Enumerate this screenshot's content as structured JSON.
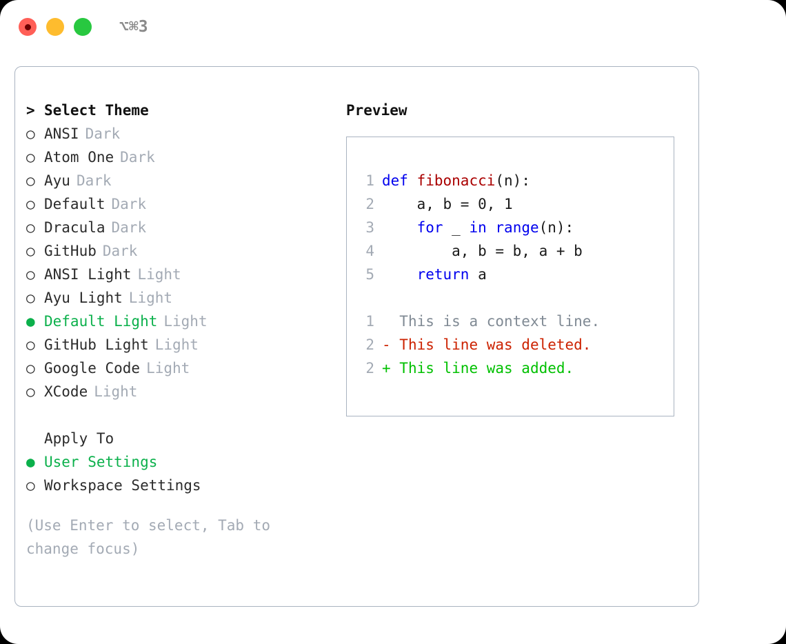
{
  "titlebar": {
    "shortcut": "⌥⌘3",
    "buttons": [
      {
        "name": "close",
        "color": "#ff5f57"
      },
      {
        "name": "minimize",
        "color": "#febc2e"
      },
      {
        "name": "zoom",
        "color": "#28c840"
      }
    ]
  },
  "theme_picker": {
    "heading": "Select Theme",
    "heading_marker": ">",
    "marker_unselected": "○",
    "marker_selected": "●",
    "items": [
      {
        "name": "ANSI",
        "category": "Dark",
        "selected": false
      },
      {
        "name": "Atom One",
        "category": "Dark",
        "selected": false
      },
      {
        "name": "Ayu",
        "category": "Dark",
        "selected": false
      },
      {
        "name": "Default",
        "category": "Dark",
        "selected": false
      },
      {
        "name": "Dracula",
        "category": "Dark",
        "selected": false
      },
      {
        "name": "GitHub",
        "category": "Dark",
        "selected": false
      },
      {
        "name": "ANSI Light",
        "category": "Light",
        "selected": false
      },
      {
        "name": "Ayu Light",
        "category": "Light",
        "selected": false
      },
      {
        "name": "Default Light",
        "category": "Light",
        "selected": true
      },
      {
        "name": "GitHub Light",
        "category": "Light",
        "selected": false
      },
      {
        "name": "Google Code",
        "category": "Light",
        "selected": false
      },
      {
        "name": "XCode",
        "category": "Light",
        "selected": false
      }
    ]
  },
  "apply_to": {
    "heading": "Apply To",
    "options": [
      {
        "label": "User Settings",
        "selected": true
      },
      {
        "label": "Workspace Settings",
        "selected": false
      }
    ]
  },
  "hint": "(Use Enter to select, Tab to change focus)",
  "preview": {
    "title": "Preview",
    "code_lines": [
      {
        "no": "1",
        "tokens": [
          {
            "t": "def",
            "c": "kw"
          },
          {
            "t": " ",
            "c": "plain"
          },
          {
            "t": "fibonacci",
            "c": "fn"
          },
          {
            "t": "(n):",
            "c": "plain"
          }
        ]
      },
      {
        "no": "2",
        "tokens": [
          {
            "t": "    a, b = 0, 1",
            "c": "plain"
          }
        ]
      },
      {
        "no": "3",
        "tokens": [
          {
            "t": "    ",
            "c": "plain"
          },
          {
            "t": "for",
            "c": "kw"
          },
          {
            "t": " _ ",
            "c": "plain"
          },
          {
            "t": "in",
            "c": "kw"
          },
          {
            "t": " ",
            "c": "plain"
          },
          {
            "t": "range",
            "c": "kw"
          },
          {
            "t": "(n):",
            "c": "plain"
          }
        ]
      },
      {
        "no": "4",
        "tokens": [
          {
            "t": "        a, b = b, a + b",
            "c": "plain"
          }
        ]
      },
      {
        "no": "5",
        "tokens": [
          {
            "t": "    ",
            "c": "plain"
          },
          {
            "t": "return",
            "c": "kw"
          },
          {
            "t": " a",
            "c": "plain"
          }
        ]
      }
    ],
    "diff_lines": [
      {
        "no": "1",
        "sign": " ",
        "text": " This is a context line.",
        "c": "ctx"
      },
      {
        "no": "2",
        "sign": "-",
        "text": " This line was deleted.",
        "c": "del"
      },
      {
        "no": "2",
        "sign": "+",
        "text": " This line was added.",
        "c": "add"
      }
    ]
  },
  "colors": {
    "accent_green": "#0bb04b",
    "muted_gray": "#a3aab4",
    "border": "#a9b3c0",
    "keyword_blue": "#0000ee",
    "function_red": "#aa0000",
    "diff_delete": "#cc2200",
    "diff_add": "#00c000"
  }
}
